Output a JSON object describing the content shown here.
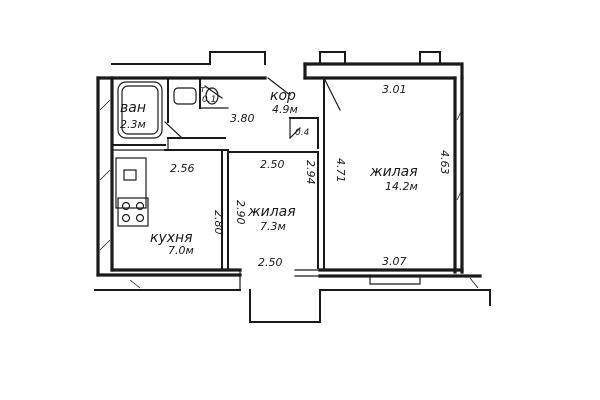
{
  "plan": {
    "rooms": {
      "bath": {
        "name": "ван",
        "area": "2.3м"
      },
      "toilet": {
        "name": "т",
        "area": "0.1"
      },
      "corridor": {
        "name": "кор",
        "area": "4.9м"
      },
      "closet": {
        "area": "0.4"
      },
      "kitchen": {
        "name": "кухня",
        "area": "7.0м"
      },
      "living_small": {
        "name": "жилая",
        "area": "7.3м"
      },
      "living_large": {
        "name": "жилая",
        "area": "14.2м"
      }
    },
    "dimensions": {
      "corridor_len": "3.80",
      "kitchen_top": "2.56",
      "kitchen_side": "2.80",
      "small_top": "2.50",
      "small_side": "2.90",
      "small_bottom": "2.50",
      "small_right": "2.94",
      "large_top": "3.01",
      "large_left": "4.71",
      "large_right": "4.63",
      "large_bottom": "3.07"
    }
  }
}
